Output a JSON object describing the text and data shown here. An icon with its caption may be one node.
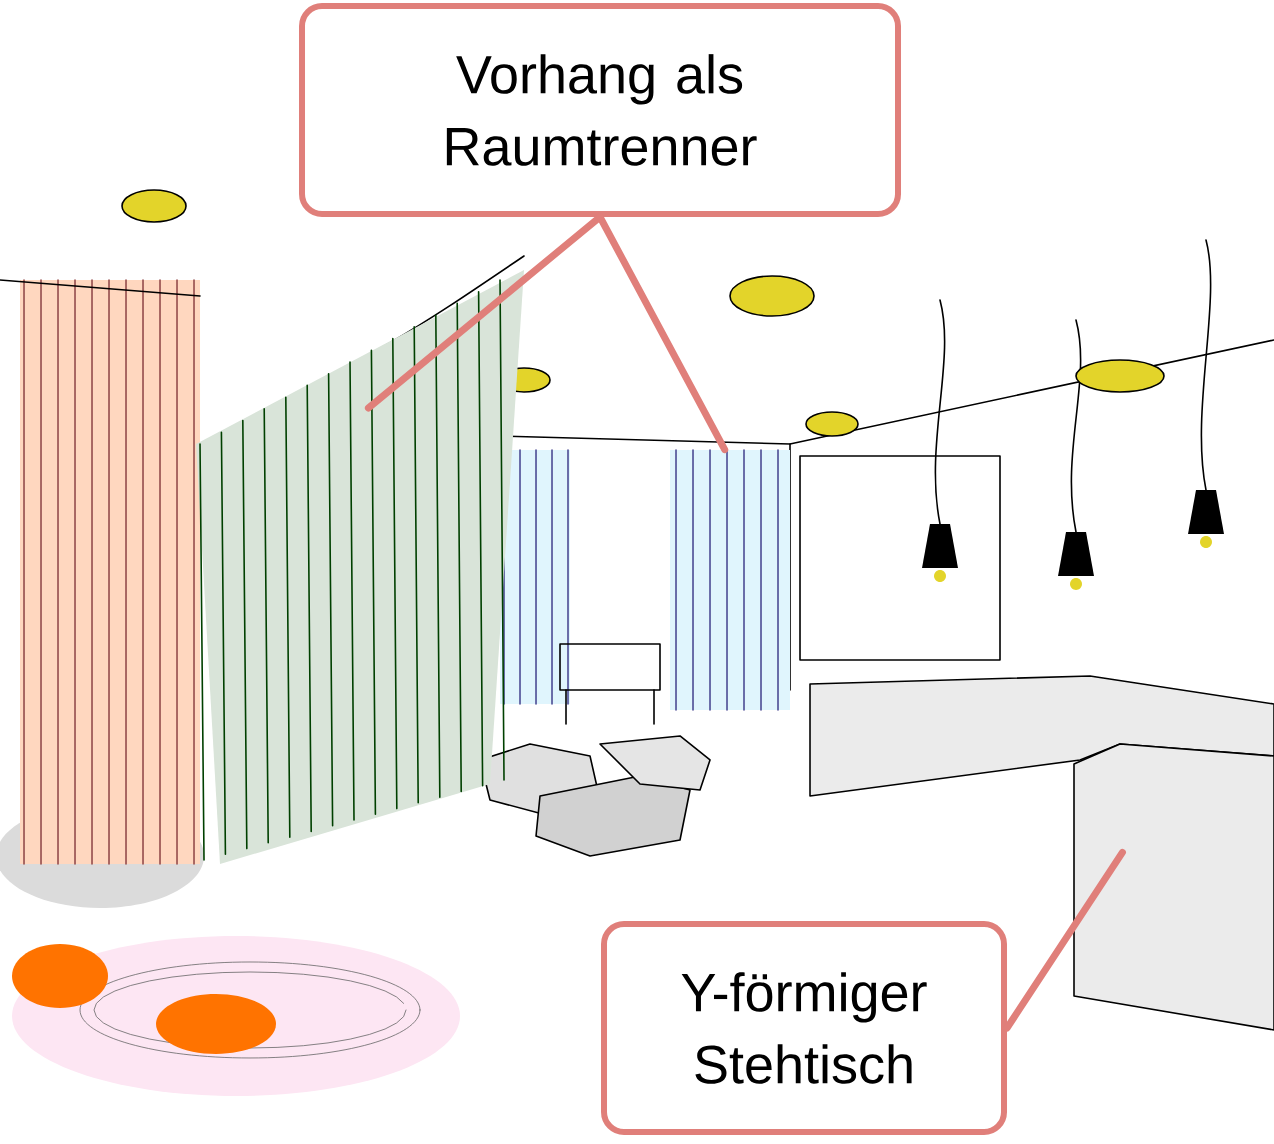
{
  "diagram": {
    "nodes": [
      {
        "text": [
          "Vorhang als Raumtrenner"
        ]
      },
      {
        "text": [],
        "shape": "picture"
      },
      {
        "text": [],
        "shape": "picture"
      },
      {
        "text": [
          "Y-förmiger Stehtisch"
        ]
      },
      {
        "text": [],
        "shape": "picture"
      }
    ],
    "edges": [
      {
        "from": 0,
        "to": 1,
        "arrow": "none"
      },
      {
        "from": 0,
        "to": 2,
        "arrow": "none"
      },
      {
        "from": 3,
        "to": 4,
        "arrow": "none"
      }
    ]
  }
}
